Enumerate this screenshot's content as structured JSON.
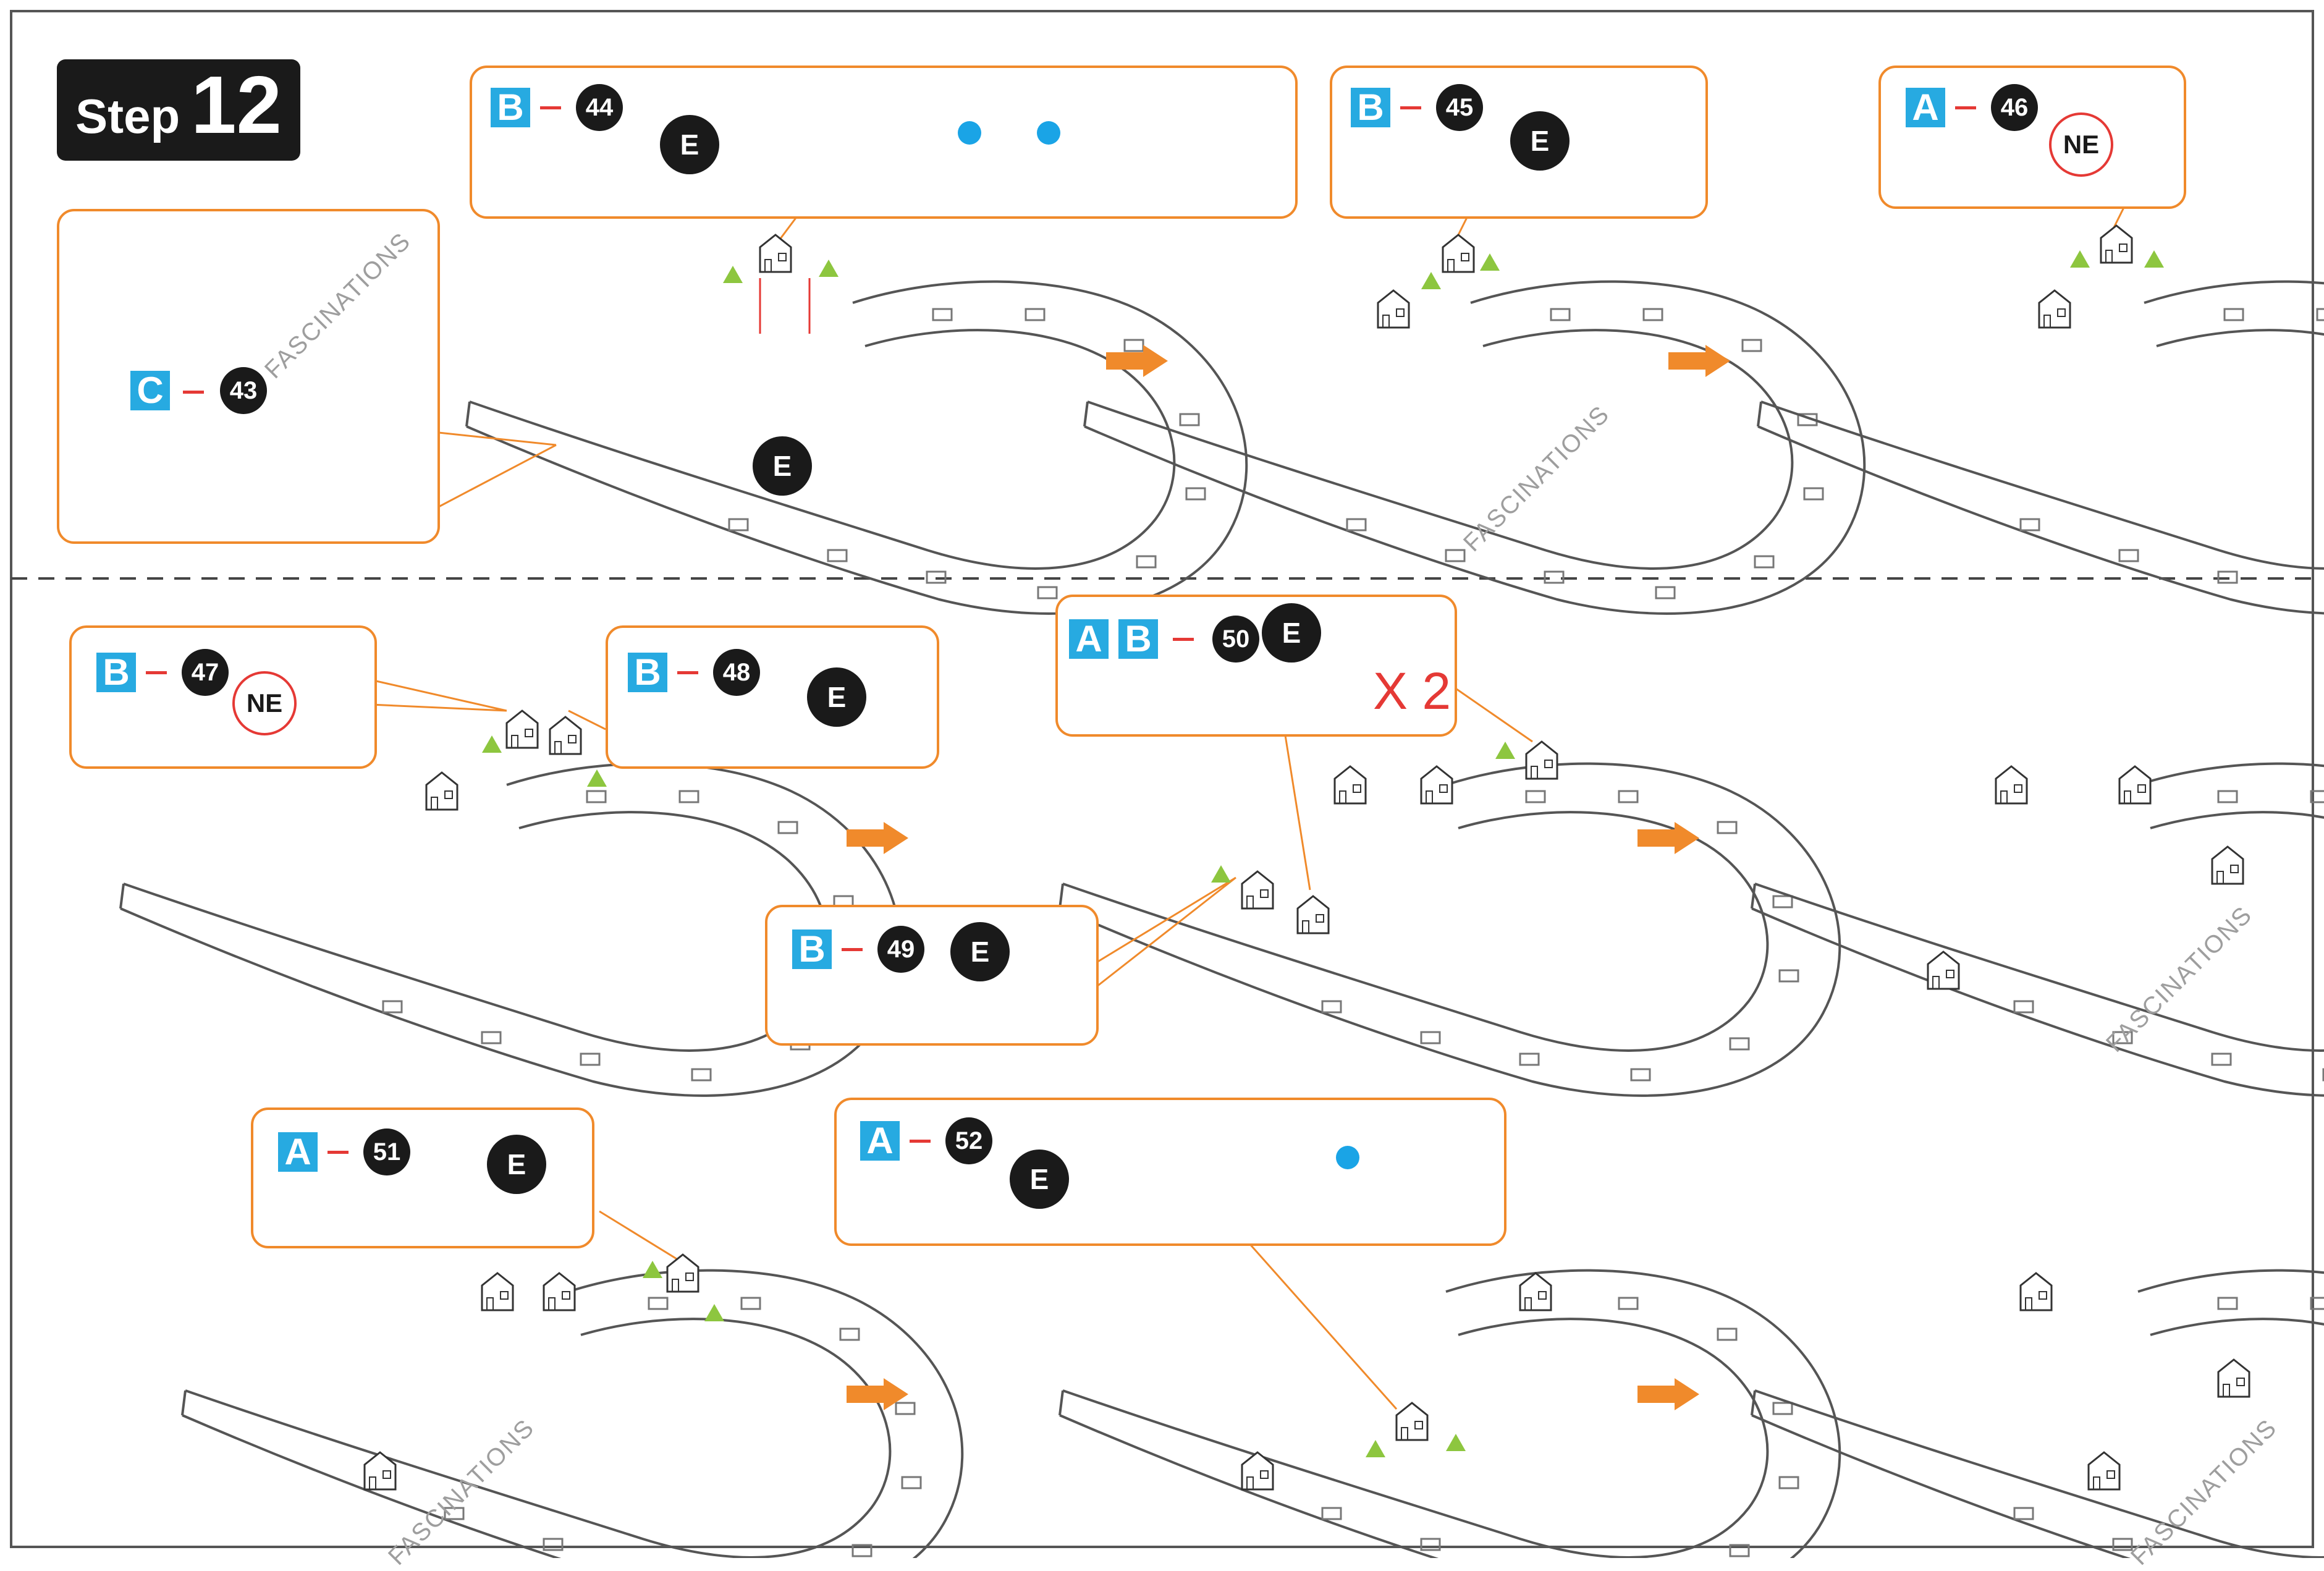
{
  "step": {
    "word": "Step",
    "number": "12"
  },
  "watermark": "FASCINATIONS",
  "multiplier": "X 2",
  "ne_label": "NE",
  "e_label": "E",
  "colors": {
    "orange": "#f08a2b",
    "blue": "#27aae1",
    "red": "#e53935",
    "black": "#1a1a1a",
    "green": "#8dc63f"
  },
  "icons": [
    "arrow-right-icon",
    "green-triangle-icon",
    "blue-dot-icon",
    "house-piece-icon"
  ],
  "callouts": [
    {
      "sheet": "C",
      "part": "43"
    },
    {
      "sheet": "B",
      "part": "44"
    },
    {
      "sheet": "B",
      "part": "45"
    },
    {
      "sheet": "A",
      "part": "46"
    },
    {
      "sheet": "B",
      "part": "47"
    },
    {
      "sheet": "B",
      "part": "48"
    },
    {
      "sheet": "B",
      "part": "49"
    },
    {
      "sheet": "A",
      "sheet2": "B",
      "part": "50"
    },
    {
      "sheet": "A",
      "part": "51"
    },
    {
      "sheet": "A",
      "part": "52"
    }
  ]
}
